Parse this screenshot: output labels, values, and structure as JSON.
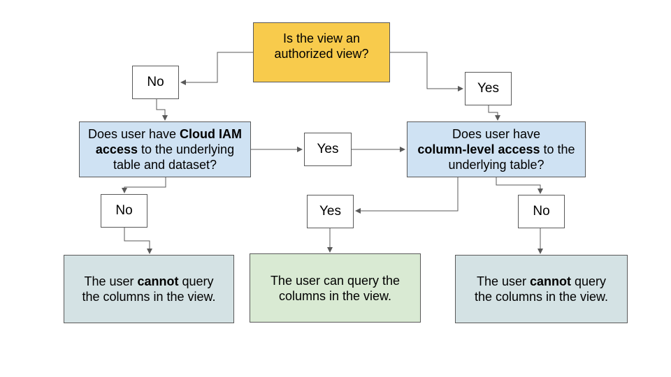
{
  "colors": {
    "canvas": "#FFFFFF",
    "connector": "#595959",
    "node_border": "#595959"
  },
  "nodes": {
    "authorized_view": {
      "line1": "Is the view an",
      "line2": "authorized view?",
      "fill": "#F8CB4C"
    },
    "no_1": {
      "label": "No",
      "fill": "#FFFFFF"
    },
    "yes_1": {
      "label": "Yes",
      "fill": "#FFFFFF"
    },
    "cloud_iam": {
      "line1_pre": "Does user have ",
      "line1_bold": "Cloud IAM",
      "line2_bold": "access",
      "line2_rest": " to the underlying",
      "line3": "table and dataset?",
      "fill": "#CFE2F3"
    },
    "yes_2": {
      "label": "Yes",
      "fill": "#FFFFFF"
    },
    "column_level": {
      "line1": "Does user have",
      "line2_bold": "column-level access",
      "line2_rest": " to the",
      "line3": "underlying table?",
      "fill": "#CFE2F3"
    },
    "no_2": {
      "label": "No",
      "fill": "#FFFFFF"
    },
    "yes_3": {
      "label": "Yes",
      "fill": "#FFFFFF"
    },
    "no_3": {
      "label": "No",
      "fill": "#FFFFFF"
    },
    "cannot_left": {
      "line1_pre": "The user ",
      "line1_bold": "cannot",
      "line1_post": " query",
      "line2": "the columns in the view.",
      "fill": "#D4E2E4"
    },
    "can_query": {
      "line1": "The user can query the",
      "line2": "columns in the view.",
      "fill": "#D9EAD3"
    },
    "cannot_right": {
      "line1_pre": "The user ",
      "line1_bold": "cannot",
      "line1_post": " query",
      "line2": "the columns in the view.",
      "fill": "#D4E2E4"
    }
  },
  "edges": [
    {
      "from": "authorized_view",
      "to": "no_1"
    },
    {
      "from": "authorized_view",
      "to": "yes_1"
    },
    {
      "from": "no_1",
      "to": "cloud_iam"
    },
    {
      "from": "yes_1",
      "to": "column_level"
    },
    {
      "from": "cloud_iam",
      "to": "yes_2"
    },
    {
      "from": "yes_2",
      "to": "column_level"
    },
    {
      "from": "cloud_iam",
      "to": "no_2"
    },
    {
      "from": "column_level",
      "to": "yes_3"
    },
    {
      "from": "column_level",
      "to": "no_3"
    },
    {
      "from": "no_2",
      "to": "cannot_left"
    },
    {
      "from": "yes_3",
      "to": "can_query"
    },
    {
      "from": "no_3",
      "to": "cannot_right"
    }
  ]
}
